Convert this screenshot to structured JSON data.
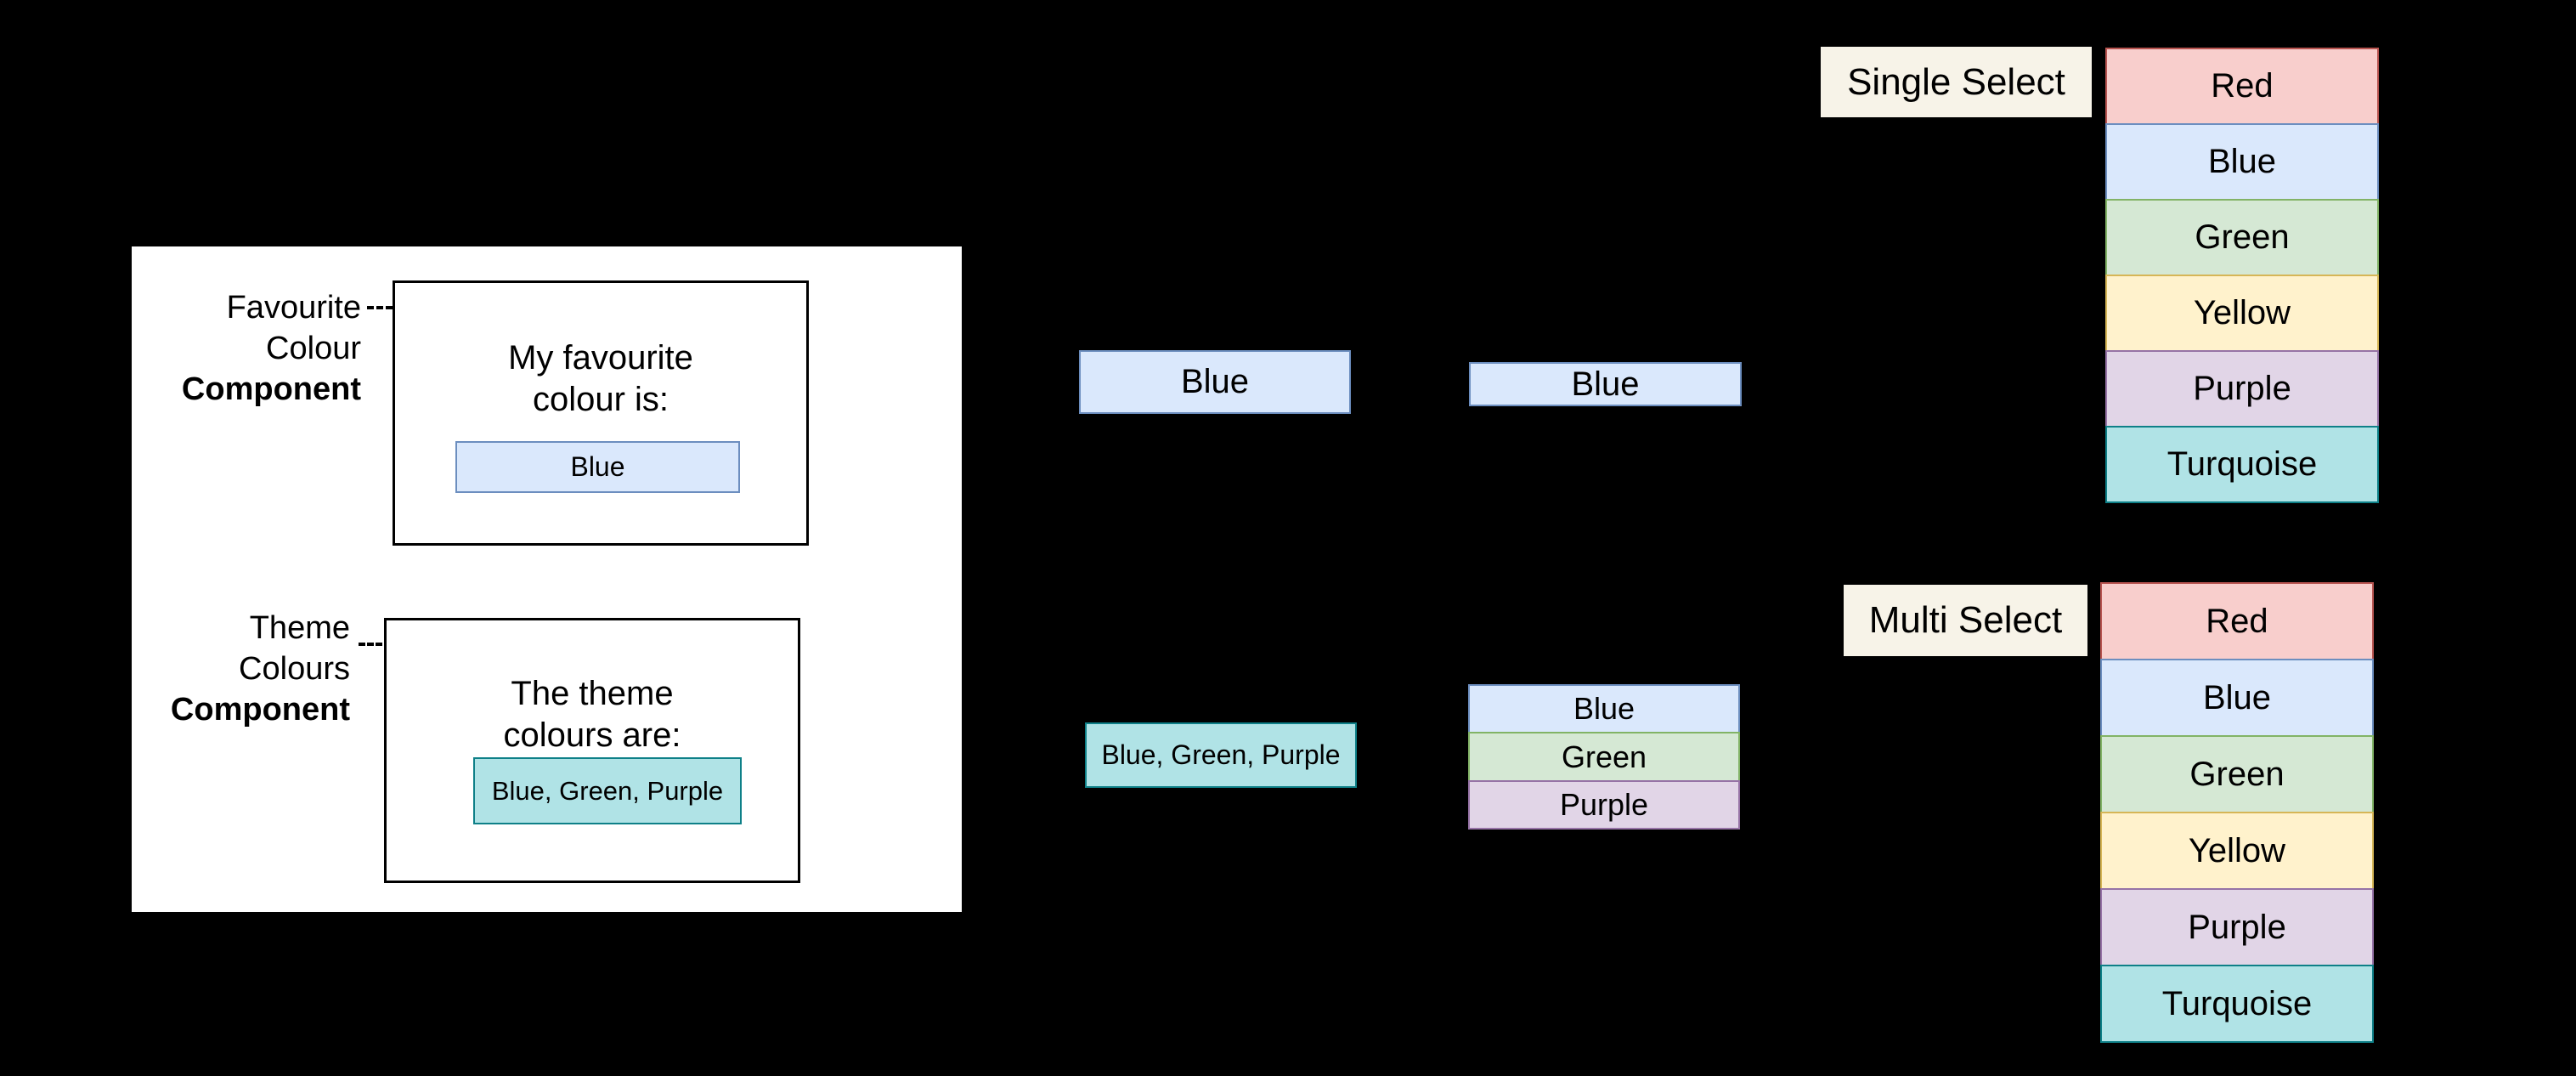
{
  "palette": {
    "red": {
      "fill": "#f8cecc",
      "stroke": "#b85450"
    },
    "blue": {
      "fill": "#dae8fc",
      "stroke": "#6c8ebf"
    },
    "green": {
      "fill": "#d5e8d4",
      "stroke": "#82b366"
    },
    "yellow": {
      "fill": "#fff2cc",
      "stroke": "#d6b656"
    },
    "purple": {
      "fill": "#e1d5e7",
      "stroke": "#9673a6"
    },
    "turquoise": {
      "fill": "#b0e3e6",
      "stroke": "#0e8088"
    },
    "label": {
      "fill": "#f7f3e8",
      "stroke": "#f7f3e8"
    },
    "panel": {
      "fill": "#ffffff",
      "stroke": "#ffffff"
    },
    "canvas": {
      "fill": "#000000",
      "stroke": "#000000"
    }
  },
  "surface_colors": {
    "canvas": "canvas",
    "panel": "panel"
  },
  "favourite_component": {
    "name_line1": "Favourite",
    "name_line2": "Colour",
    "name_bold": "Component",
    "body_line1": "My favourite",
    "body_line2": "colour is:",
    "value_chip": {
      "label": "Blue",
      "color": "blue"
    }
  },
  "theme_component": {
    "name_line1": "Theme",
    "name_line2": "Colours",
    "name_bold": "Component",
    "body_line1": "The theme",
    "body_line2": "colours are:",
    "value_chip": {
      "label": "Blue, Green, Purple",
      "color": "turquoise"
    }
  },
  "flow": {
    "single": {
      "chips": [
        {
          "label": "Blue",
          "color": "blue"
        },
        {
          "label": "Blue",
          "color": "blue"
        }
      ]
    },
    "multi": {
      "combined_chip": {
        "label": "Blue, Green, Purple",
        "color": "turquoise"
      },
      "stack": [
        {
          "label": "Blue",
          "color": "blue"
        },
        {
          "label": "Green",
          "color": "green"
        },
        {
          "label": "Purple",
          "color": "purple"
        }
      ]
    }
  },
  "single_select": {
    "title": "Single Select",
    "title_color": "label",
    "options": [
      {
        "label": "Red",
        "color": "red"
      },
      {
        "label": "Blue",
        "color": "blue"
      },
      {
        "label": "Green",
        "color": "green"
      },
      {
        "label": "Yellow",
        "color": "yellow"
      },
      {
        "label": "Purple",
        "color": "purple"
      },
      {
        "label": "Turquoise",
        "color": "turquoise"
      }
    ]
  },
  "multi_select": {
    "title": "Multi Select",
    "title_color": "label",
    "options": [
      {
        "label": "Red",
        "color": "red"
      },
      {
        "label": "Blue",
        "color": "blue"
      },
      {
        "label": "Green",
        "color": "green"
      },
      {
        "label": "Yellow",
        "color": "yellow"
      },
      {
        "label": "Purple",
        "color": "purple"
      },
      {
        "label": "Turquoise",
        "color": "turquoise"
      }
    ]
  }
}
